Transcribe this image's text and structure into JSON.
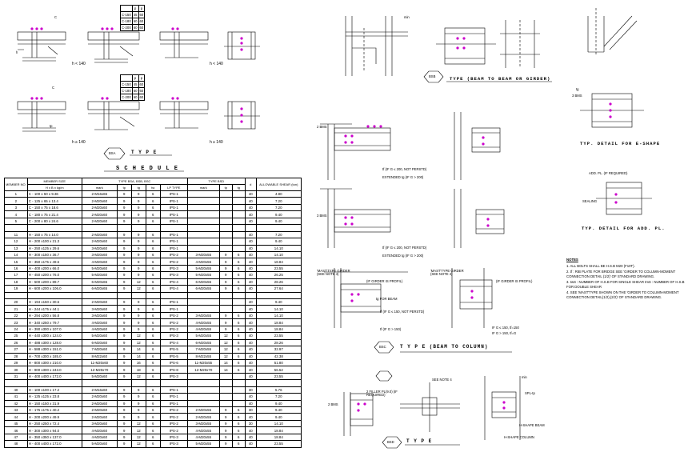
{
  "bsa": {
    "sizes_table_1": {
      "headers": [
        "",
        "p",
        "p"
      ],
      "rows": [
        [
          "C-150",
          "45",
          "60"
        ],
        [
          "C-180",
          "60",
          "60"
        ],
        [
          "C-200",
          "60",
          "60"
        ]
      ]
    },
    "sizes_table_2": {
      "headers": [
        "",
        "p",
        "p"
      ],
      "rows": [
        [
          "C-150",
          "45",
          "60"
        ],
        [
          "C-180",
          "60",
          "60"
        ],
        [
          "C-200",
          "60",
          "60"
        ]
      ]
    },
    "condition_lt": "h < 140",
    "condition_ge": "h ≥ 140",
    "label_c": "C",
    "label_tp": "tp",
    "label_h": "h",
    "type_label": "T Y P E",
    "badge": "BSA"
  },
  "schedule": {
    "title": "S C H E D U L E",
    "headers": {
      "member_no": "MEMBER NO.",
      "member_size": "MEMBER SIZE",
      "member_size_sub": "H x B x kg/m",
      "type_bsa": "TYPE BSA, BSB, BSC",
      "mark": "mark",
      "tp": "tp",
      "tg": "tg",
      "tw": "tw",
      "lp_type": "LP TYPE",
      "type_bsd": "TYPE BSD",
      "d_mark": "mark",
      "tp2": "tp",
      "tg2": "tg",
      "d": "d",
      "allowable": "ALLOWABLE SHEAR (ton)"
    },
    "groups": [
      {
        "rows": [
          [
            "1",
            "C - 100 x 50 x 9.36",
            "2-M16x65",
            "9",
            "9",
            "6",
            "IPS-1",
            "",
            "",
            "",
            "40",
            "4.80"
          ],
          [
            "2",
            "C - 125 x 65 x 13.4",
            "2-M20x60",
            "9",
            "9",
            "6",
            "IPS-1",
            "",
            "",
            "",
            "40",
            "7.20"
          ],
          [
            "3",
            "C - 150 x 75 x 18.6",
            "2-M20x60",
            "9",
            "9",
            "6",
            "IPS-1",
            "",
            "",
            "",
            "40",
            "7.20"
          ],
          [
            "4",
            "C - 180 x 75 x 21.4",
            "2-M20x60",
            "9",
            "9",
            "6",
            "IPS-1",
            "",
            "",
            "",
            "40",
            "9.40"
          ],
          [
            "5",
            "C - 200 x 80 x 24.6",
            "2-M20x60",
            "9",
            "9",
            "6",
            "IPS-1",
            "",
            "",
            "",
            "40",
            "9.40"
          ]
        ]
      },
      {
        "rows": [
          [
            "11",
            "H - 150 x 75 x 14.0",
            "2-M20x60",
            "9",
            "9",
            "6",
            "IPS-1",
            "",
            "",
            "",
            "40",
            "7.20"
          ],
          [
            "12",
            "H - 200 x100 x 21.3",
            "2-M20x60",
            "9",
            "9",
            "6",
            "IPS-1",
            "",
            "",
            "",
            "40",
            "9.40"
          ],
          [
            "13",
            "H - 250 x125 x 29.6",
            "3-M20x60",
            "9",
            "9",
            "6",
            "IPS-1",
            "",
            "",
            "",
            "40",
            "14.10"
          ],
          [
            "14",
            "H - 300 x150 x 36.7",
            "3-M20x60",
            "9",
            "9",
            "6",
            "IPS-2",
            "3-M20x55",
            "9",
            "6",
            "40",
            "14.10"
          ],
          [
            "15",
            "H - 350 x175 x 49.6",
            "4-M20x60",
            "9",
            "9",
            "6",
            "IPS-2",
            "4-M20x55",
            "9",
            "6",
            "40",
            "18.84"
          ],
          [
            "16",
            "H - 400 x200 x 66.0",
            "5-M20x60",
            "9",
            "9",
            "6",
            "IPS-3",
            "5-M20x55",
            "9",
            "6",
            "40",
            "23.55"
          ],
          [
            "17",
            "H - 450 x200 x 76.0",
            "5-M20x60",
            "9",
            "9",
            "6",
            "IPS-3",
            "5-M20x55",
            "9",
            "6",
            "40",
            "26.25"
          ],
          [
            "18",
            "H - 500 x200 x 89.7",
            "6-M20x65",
            "9",
            "12",
            "6",
            "IPS-4",
            "6-M20x55",
            "9",
            "6",
            "40",
            "28.26"
          ],
          [
            "19",
            "H - 600 x200 x 106.0",
            "6-M20x65",
            "9",
            "12",
            "6",
            "IPS-4",
            "6-M20x55",
            "9",
            "6",
            "40",
            "27.64"
          ]
        ]
      },
      {
        "rows": [
          [
            "20",
            "H - 194 x150 x 30.6",
            "2-M20x60",
            "9",
            "9",
            "6",
            "IPS-1",
            "",
            "",
            "",
            "40",
            "9.40"
          ],
          [
            "21",
            "H - 244 x175 x 44.1",
            "3-M20x60",
            "9",
            "9",
            "6",
            "IPS-1",
            "",
            "",
            "",
            "40",
            "14.10"
          ],
          [
            "22",
            "H - 294 x200 x 56.8",
            "3-M20x60",
            "9",
            "9",
            "6",
            "IPS-2",
            "3-M20x55",
            "9",
            "6",
            "40",
            "14.10"
          ],
          [
            "23",
            "H - 340 x250 x 79.7",
            "4-M20x60",
            "9",
            "9",
            "6",
            "IPS-2",
            "4-M20x55",
            "9",
            "6",
            "40",
            "18.84"
          ],
          [
            "24",
            "H - 390 x300 x 107.0",
            "4-M20x60",
            "9",
            "9",
            "6",
            "IPS-2",
            "4-M20x55",
            "9",
            "6",
            "40",
            "18.84"
          ],
          [
            "25",
            "H - 440 x300 x 124.0",
            "5-M20x60",
            "9",
            "12",
            "6",
            "IPS-3",
            "5-M20x55",
            "12",
            "6",
            "40",
            "23.55"
          ],
          [
            "26",
            "H - 488 x300 x 128.0",
            "6-M20x60",
            "9",
            "12",
            "6",
            "IPS-4",
            "6-M20x55",
            "12",
            "6",
            "40",
            "28.26"
          ],
          [
            "27",
            "H - 588 x300 x 151.0",
            "7-M20x60",
            "9",
            "14",
            "6",
            "IPS-5",
            "7-M20x55",
            "12",
            "6",
            "40",
            "32.97"
          ],
          [
            "28",
            "H - 700 x300 x 185.0",
            "8-M22x60",
            "9",
            "14",
            "6",
            "IPS-5",
            "8-M22x55",
            "12",
            "6",
            "40",
            "42.38"
          ],
          [
            "29",
            "H - 800 x300 x 210.0",
            "11-M20x60",
            "9",
            "16",
            "6",
            "IPS-6",
            "11-M20x55",
            "14",
            "6",
            "40",
            "51.80"
          ],
          [
            "30",
            "H - 900 x300 x 243.0",
            "12-M20x70",
            "9",
            "18",
            "6",
            "IPS-8",
            "12-M20x70",
            "14",
            "6",
            "40",
            "56.52"
          ],
          [
            "31",
            "H - 400 x400 x 172.0",
            "5-M20x60",
            "9",
            "12",
            "6",
            "IPS-3",
            "",
            "",
            "",
            "40",
            "23.55"
          ]
        ]
      },
      {
        "rows": [
          [
            "40",
            "H - 100 x100 x 17.2",
            "2-M16x60",
            "9",
            "9",
            "6",
            "IPS-1",
            "",
            "",
            "",
            "30",
            "5.76"
          ],
          [
            "41",
            "H - 125 x125 x 23.8",
            "2-M20x60",
            "9",
            "9",
            "6",
            "IPS-1",
            "",
            "",
            "",
            "40",
            "7.20"
          ],
          [
            "42",
            "H - 150 x150 x 31.9",
            "2-M20x60",
            "9",
            "9",
            "6",
            "IPS-1",
            "",
            "",
            "",
            "40",
            "9.40"
          ],
          [
            "43",
            "H - 175 x175 x 40.2",
            "2-M20x60",
            "9",
            "9",
            "6",
            "IPS-2",
            "2-M20x55",
            "9",
            "6",
            "30",
            "9.40"
          ],
          [
            "44",
            "H - 200 x200 x 49.9",
            "2-M20x60",
            "9",
            "9",
            "6",
            "IPS-2",
            "2-M20x55",
            "9",
            "6",
            "40",
            "9.40"
          ],
          [
            "45",
            "H - 250 x250 x 72.4",
            "3-M20x60",
            "9",
            "12",
            "6",
            "IPS-2",
            "3-M20x55",
            "9",
            "6",
            "30",
            "14.10"
          ],
          [
            "46",
            "H - 300 x300 x 94.0",
            "4-M20x60",
            "9",
            "12",
            "6",
            "IPS-2",
            "4-M20x55",
            "9",
            "6",
            "40",
            "18.84"
          ],
          [
            "47",
            "H - 350 x350 x 137.0",
            "4-M20x60",
            "9",
            "12",
            "6",
            "IPS-3",
            "4-M20x55",
            "9",
            "6",
            "40",
            "18.84"
          ],
          [
            "48",
            "H - 400 x400 x 172.0",
            "5-M20x60",
            "9",
            "12",
            "6",
            "IPS-3",
            "5-M20x55",
            "9",
            "6",
            "40",
            "23.55"
          ]
        ]
      }
    ]
  },
  "bsb": {
    "badge": "BSB",
    "title": "TYPE (BEAM TO BEAM OR GIRDER)",
    "detail_e_shape": "TYP. DETAIL FOR E-SHAPE",
    "detail_add_pl": "TYP. DETAIL FOR ADD. PL.",
    "label_if_required": "ADD. PL. (IF REQUIRED)",
    "label_sealing": "SEALING",
    "label_3bms": "3 BMS",
    "label_tg": "tg"
  },
  "bsc": {
    "badge": "BSC",
    "title": "T Y P E   (BEAM TO COLUMN)",
    "note_a": "tf (IF G ≤ 200, NOT PERSTD)",
    "note_b": "EXTENDED tg (IF G > 200)",
    "note_c": "tf (IF G ≤ 200, NOT PERSTD)",
    "note_d": "EXTENDED tg (IF G > 200)",
    "girder_label_left": "'MAST'TYPE GIRDER (SEE NOTE 4)",
    "girder_label_right": "'MAST'TYPE GIRDER (SEE NOTE 4)",
    "if_girder_left": "(IF GIRDER IS PROFIL)",
    "if_girder_right": "(IF GIRDER IS PROFIL)",
    "for_beam": "tg FOR BEAM",
    "cond_left": "tf (IF G ≤ 150, NOT PERSTD)",
    "cond_left2": "tf (IF G > 150)",
    "cond_right": "IF G ≤ 150, tf=150",
    "cond_right2": "IF G > 150, tf=G",
    "label_2bms": "2 BMS",
    "label_3bms": "3 BMS",
    "label_min": "min"
  },
  "bsd": {
    "badge": "BSD",
    "title": "T Y P E",
    "filler": "2 FILLER PL(9.0) (IF REQUIRED)",
    "see_note": "SEE NOTE 4",
    "h_shape_beam": "H-SHAPE BEAM",
    "h_shape_column": "H-SHAPE COLUMN",
    "spl": "SPL-tp",
    "label_2bms": "2 BMS",
    "label_min": "min"
  },
  "notes": {
    "heading": "NOTES",
    "items": [
      "1. ALL BOLTS SHALL BE H.S.B M20 (F10T).",
      "2. tf : RIB PLATE FOR BRIDGE SEE 'GIRDER TO COLUMN-MOMENT CONNECTION DETAIL (1/2)' OF STANDARD DRAWING.",
      "3. twS : NUMBER OF H.S.B FOR SINGLE SHEAR    tmS : NUMBER OF H.S.B FOR DOUBLE SHEAR",
      "4. SEE 'MAST'TYPE SHOWN ON THE 'GIRDER TO COLUMN-MOMENT CONNECTION DETAIL(1/2),(2/2)' OF STANDARD DRAWING."
    ]
  },
  "colors": {
    "line": "#000000",
    "bolt": "#cc00cc",
    "background": "#ffffff"
  }
}
